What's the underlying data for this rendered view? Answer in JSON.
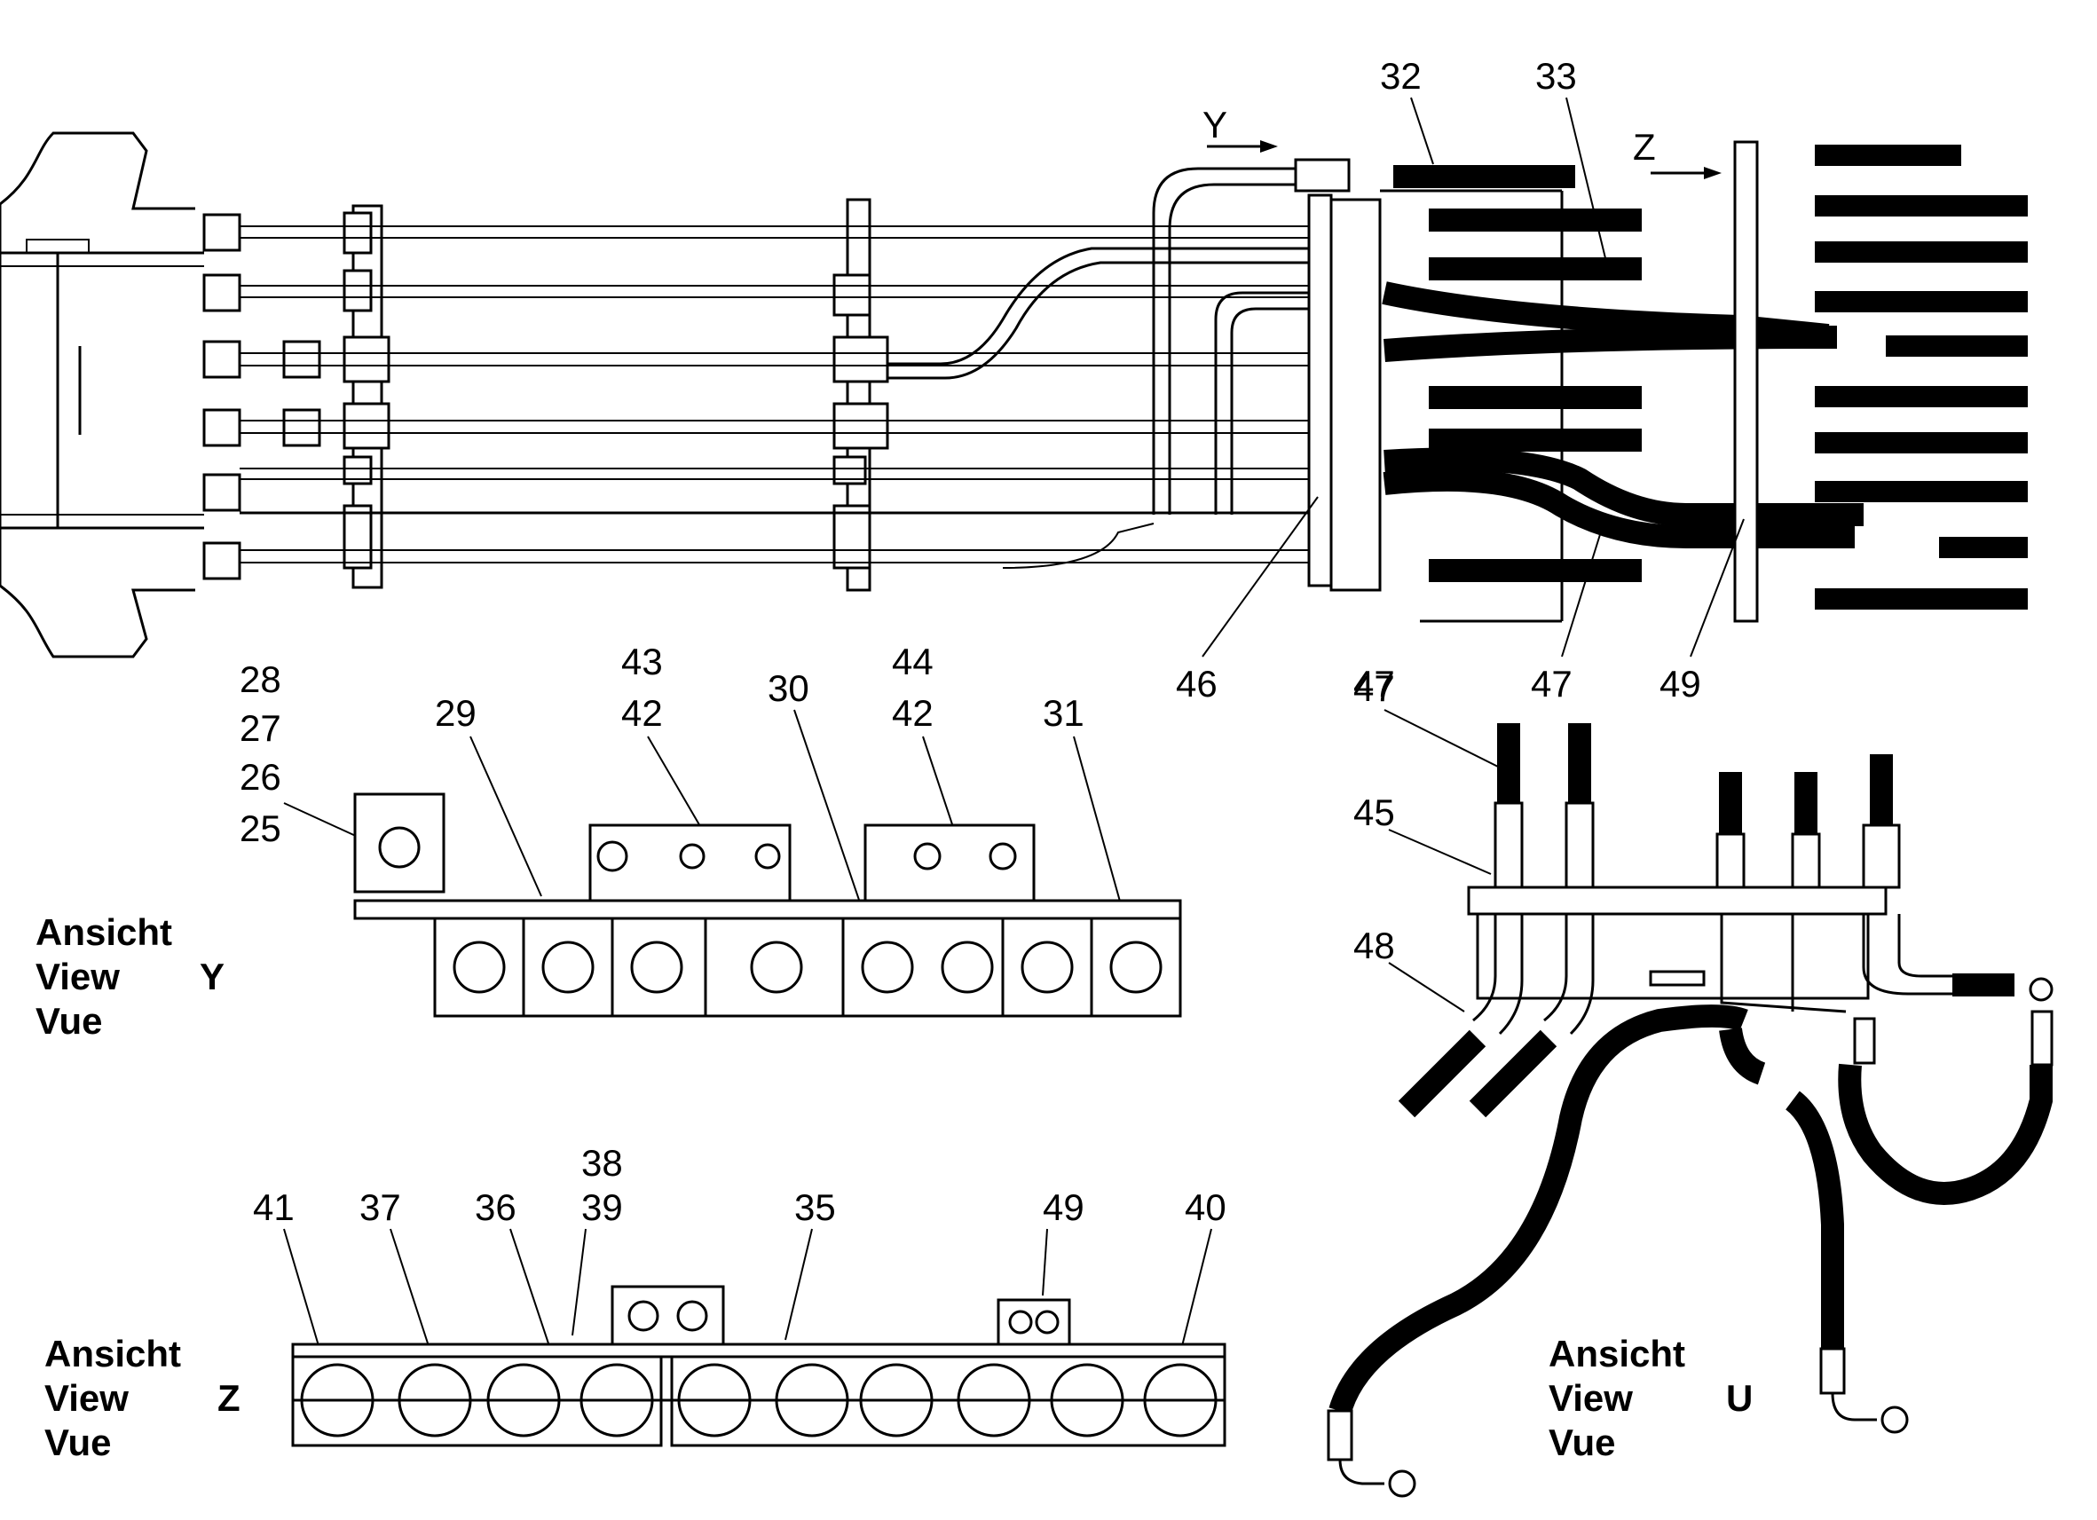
{
  "view_arrows": {
    "y": "Y",
    "z": "Z"
  },
  "callouts_top": [
    "32",
    "33",
    "46",
    "47",
    "47",
    "49"
  ],
  "view_y": {
    "callouts": [
      "28",
      "27",
      "26",
      "25",
      "29",
      "43",
      "42",
      "30",
      "44",
      "42",
      "31"
    ],
    "label": {
      "line1": "Ansicht",
      "line2": "View",
      "line3": "Vue",
      "letter": "Y"
    }
  },
  "view_z": {
    "callouts": [
      "41",
      "37",
      "36",
      "38",
      "39",
      "35",
      "49",
      "40"
    ],
    "label": {
      "line1": "Ansicht",
      "line2": "View",
      "line3": "Vue",
      "letter": "Z"
    }
  },
  "view_u": {
    "callouts": [
      "47",
      "45",
      "48"
    ],
    "label": {
      "line1": "Ansicht",
      "line2": "View",
      "line3": "Vue",
      "letter": "U"
    }
  }
}
